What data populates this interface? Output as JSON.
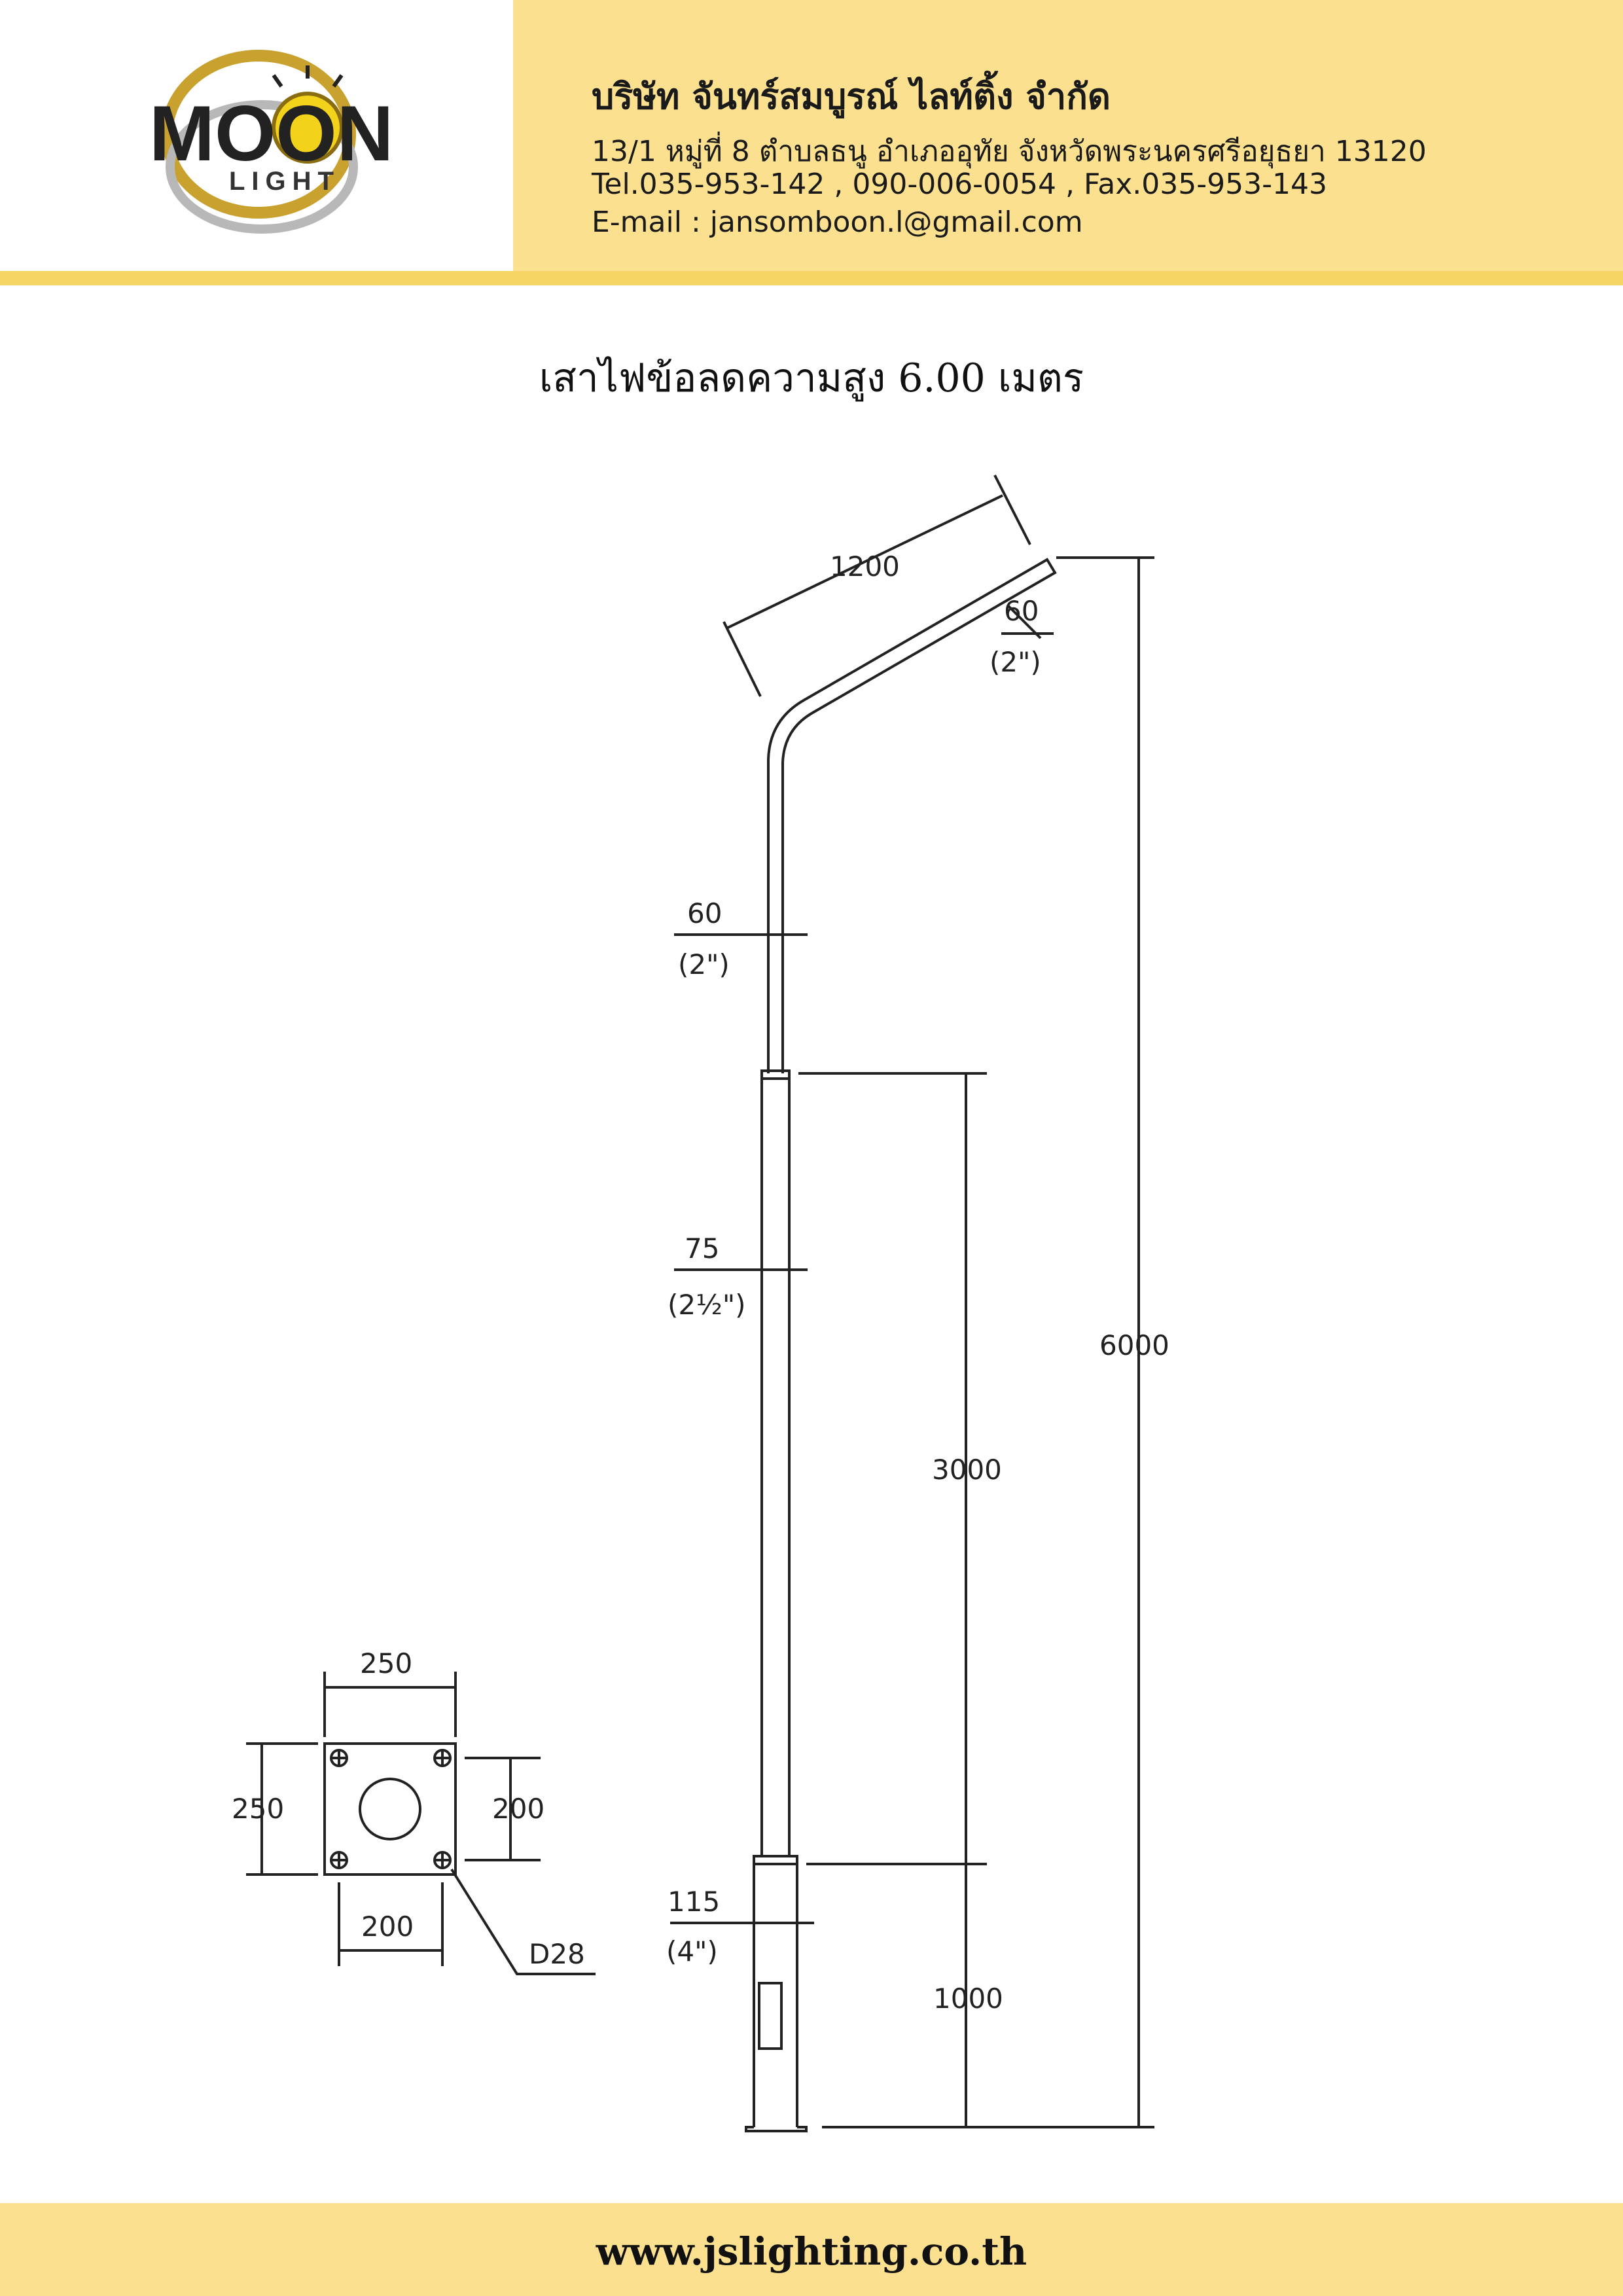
{
  "company": {
    "name": "บริษัท จันทร์สมบูรณ์ ไลท์ติ้ง จำกัด",
    "address": "13/1 หมู่ที่ 8 ตำบลธนู อำเภออุทัย จังหวัดพระนครศรีอยุธยา 13120",
    "phone": "Tel.035-953-142 , 090-006-0054 , Fax.035-953-143",
    "email": "E-mail : jansomboon.l@gmail.com"
  },
  "logo": {
    "text_main": "MOON",
    "text_sub": "LIGHT",
    "gold": "#c9a12e",
    "bulb": "#f2d21a"
  },
  "title": "เสาไฟข้อลดความสูง 6.00 เมตร",
  "dimensions": {
    "arm_length": "1200",
    "arm_dia": "60",
    "arm_dia_in": "(2\")",
    "top_dia": "60",
    "top_dia_in": "(2\")",
    "mid_dia": "75",
    "mid_dia_in": "(2½\")",
    "base_dia": "115",
    "base_dia_in": "(4\")",
    "total_height": "6000",
    "middle_height": "3000",
    "base_height": "1000",
    "plate_width": "250",
    "plate_height": "250",
    "bolt_spacing_h": "200",
    "bolt_spacing_v": "200",
    "bolt_hole": "D28"
  },
  "footer": {
    "website": "www.jslighting.co.th"
  },
  "colors": {
    "band": "#fbe08f",
    "rule": "#f7d565",
    "line": "#222222"
  }
}
